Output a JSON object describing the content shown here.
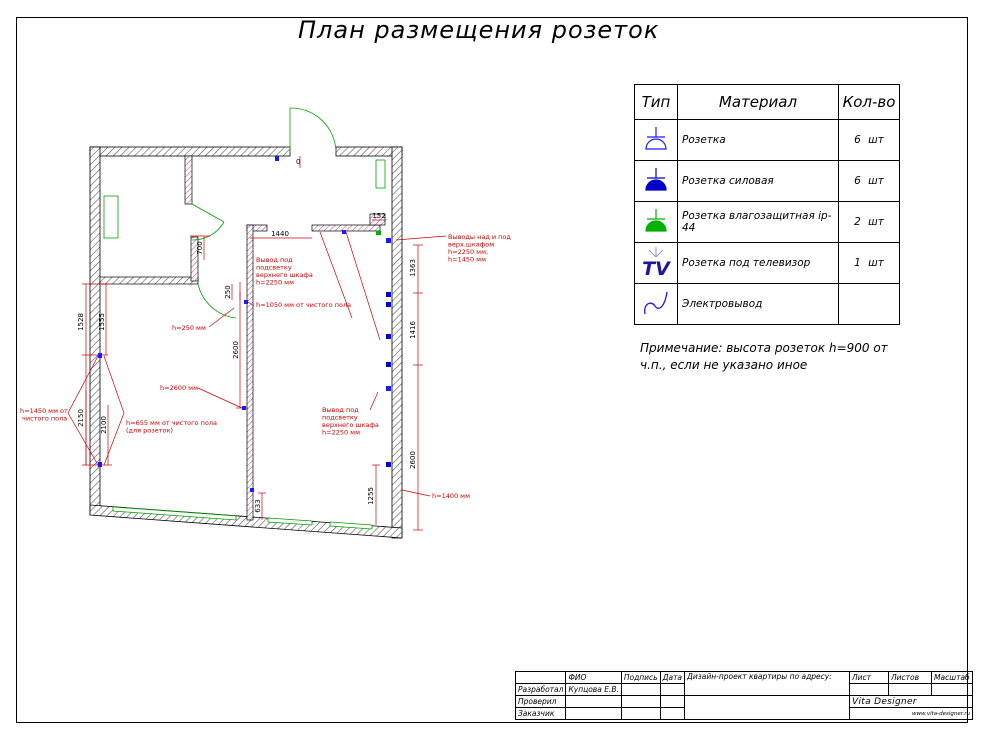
{
  "title": "План размещения розеток",
  "colors": {
    "dimension": "#d40000",
    "wall_hatch": "#555555",
    "door": "#00a000",
    "socket_blue": "#1a1aff",
    "socket_power": "#0000cc",
    "socket_wet": "#00b000"
  },
  "legend": {
    "headers": {
      "type": "Тип",
      "material": "Материал",
      "quantity": "Кол-во"
    },
    "rows": [
      {
        "icon": "socket-icon",
        "material": "Розетка",
        "quantity": "6 шт"
      },
      {
        "icon": "power-socket-icon",
        "material": "Розетка силовая",
        "quantity": "6 шт"
      },
      {
        "icon": "waterproof-socket-icon",
        "material": "Розетка влагозащитная ip-44",
        "quantity": "2 шт"
      },
      {
        "icon": "tv-socket-icon",
        "icon_text": "TV",
        "material": "Розетка под телевизор",
        "quantity": "1 шт"
      },
      {
        "icon": "cable-outlet-icon",
        "material": "Электровывод",
        "quantity": ""
      }
    ]
  },
  "note": "Примечание: высота розеток h=900 от ч.п., если не указано иное",
  "plan": {
    "dimensions": {
      "d1440": "1440",
      "d152": "152",
      "d0": "0",
      "d700": "700",
      "d250": "250",
      "d2600_a": "2600",
      "d1363": "1363",
      "d1416": "1416",
      "d2600_b": "2600",
      "d1528": "1528",
      "d1555": "1555",
      "d2150": "2150",
      "d2100": "2100",
      "d633": "633",
      "d1255": "1255"
    },
    "annotations": {
      "upper_cabinet_top": [
        "Выводы над и под",
        "верх.шкафом",
        "h=2250 мм;",
        "h=1450 мм"
      ],
      "backlight_left": [
        "Вывод под",
        "подсветку",
        "верхнего шкафа",
        "h=2250 мм"
      ],
      "h1050": "h=1050 мм от чистого пола",
      "h250": "h=250 мм",
      "h2600": "h=2600 мм",
      "h1450_left": [
        "h=1450 мм от",
        "чистого пола"
      ],
      "h655": [
        "h=655 мм от чистого пола",
        "(для розеток)"
      ],
      "backlight_right": [
        "Вывод под",
        "подсветку",
        "верхнего шкафа",
        "h=2250 мм"
      ],
      "h1400": "h=1400 мм"
    }
  },
  "stamp": {
    "headers": {
      "name": "ФИО",
      "signature": "Подпись",
      "date": "Дата",
      "sheet": "Лист",
      "sheets": "Листов",
      "scale": "Масштаб"
    },
    "project": "Дизайн-проект квартиры по адресу:",
    "rows": [
      {
        "role": "Разработал",
        "name": "Купцова Е.В."
      },
      {
        "role": "Проверил",
        "name": ""
      },
      {
        "role": "Заказчик",
        "name": ""
      }
    ],
    "company": "Vita Designer",
    "site": "www.vita-designer.ru"
  }
}
